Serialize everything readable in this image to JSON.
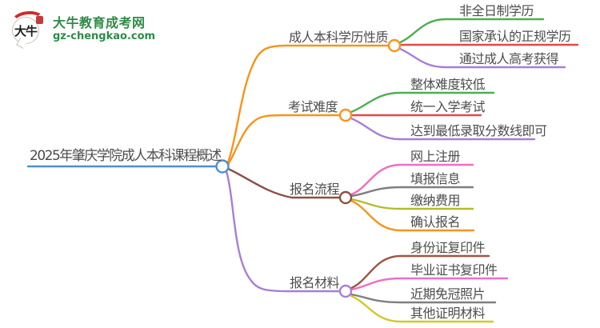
{
  "logo": {
    "icon_chars": "大牛",
    "title": "大牛教育成考网",
    "domain": "gz-chengkao.com",
    "brand_color": "#2e8b47",
    "seal_color": "#c5393c"
  },
  "mindmap": {
    "root": {
      "label": "2025年肇庆学院成人本科课程概述",
      "color": "#4b8fd5"
    },
    "branches": [
      {
        "label": "成人本科学历性质",
        "color": "#f7941d",
        "children": [
          {
            "label": "非全日制学历",
            "color": "#4caf50"
          },
          {
            "label": "国家承认的正规学历",
            "color": "#e04a4c"
          },
          {
            "label": "通过成人高考获得",
            "color": "#a77fd5"
          }
        ]
      },
      {
        "label": "考试难度",
        "color": "#f7941d",
        "children": [
          {
            "label": "整体难度较低",
            "color": "#4caf50"
          },
          {
            "label": "统一入学考试",
            "color": "#e04a4c"
          },
          {
            "label": "达到最低录取分数线即可",
            "color": "#a77fd5"
          }
        ]
      },
      {
        "label": "报名流程",
        "color": "#8b5044",
        "children": [
          {
            "label": "网上注册",
            "color": "#ef6fc3"
          },
          {
            "label": "填报信息",
            "color": "#7f7f7f"
          },
          {
            "label": "缴纳费用",
            "color": "#b2bc2c"
          },
          {
            "label": "确认报名",
            "color": "#f7941d"
          }
        ]
      },
      {
        "label": "报名材料",
        "color": "#a77fd5",
        "children": [
          {
            "label": "身份证复印件",
            "color": "#9d5647"
          },
          {
            "label": "毕业证书复印件",
            "color": "#ef6fc3"
          },
          {
            "label": "近期免冠照片",
            "color": "#7f7f7f"
          },
          {
            "label": "其他证明材料",
            "color": "#d3c929"
          }
        ]
      }
    ]
  }
}
